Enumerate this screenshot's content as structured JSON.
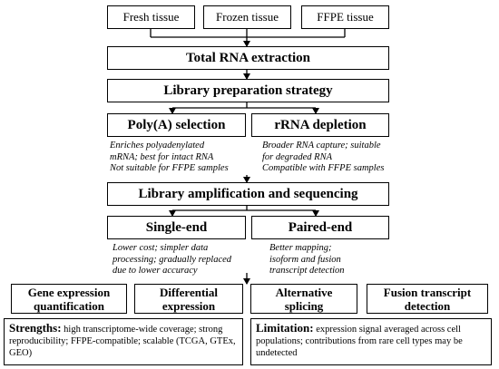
{
  "samples": [
    "Fresh tissue",
    "Frozen tissue",
    "FFPE tissue"
  ],
  "extraction": "Total RNA extraction",
  "strategy": "Library preparation strategy",
  "methods": [
    {
      "label": "Poly(A) selection",
      "note": [
        "Enriches polyadenylated",
        "mRNA; best for intact RNA",
        "Not suitable for FFPE samples"
      ]
    },
    {
      "label": "rRNA depletion",
      "note": [
        "Broader RNA capture; suitable",
        "for degraded RNA",
        "Compatible with FFPE samples"
      ]
    }
  ],
  "sequencing": "Library amplification and sequencing",
  "read_types": [
    {
      "label": "Single-end",
      "note": [
        "Lower cost; simpler data",
        "processing; gradually replaced",
        "due to lower accuracy"
      ]
    },
    {
      "label": "Paired-end",
      "note": [
        "Better mapping;",
        "isoform and fusion",
        "transcript detection"
      ]
    }
  ],
  "applications": [
    [
      "Gene expression",
      "quantification"
    ],
    [
      "Differential",
      "expression"
    ],
    [
      "Alternative",
      "splicing"
    ],
    [
      "Fusion transcript",
      "detection"
    ]
  ],
  "strengths": {
    "heading": "Strengths:",
    "text": "high transcriptome-wide coverage; strong reproducibility; FFPE-compatible; scalable (TCGA, GTEx, GEO)"
  },
  "limitation": {
    "heading": "Limitation:",
    "text": "expression signal averaged across cell populations; contributions from rare cell types may be undetected"
  }
}
